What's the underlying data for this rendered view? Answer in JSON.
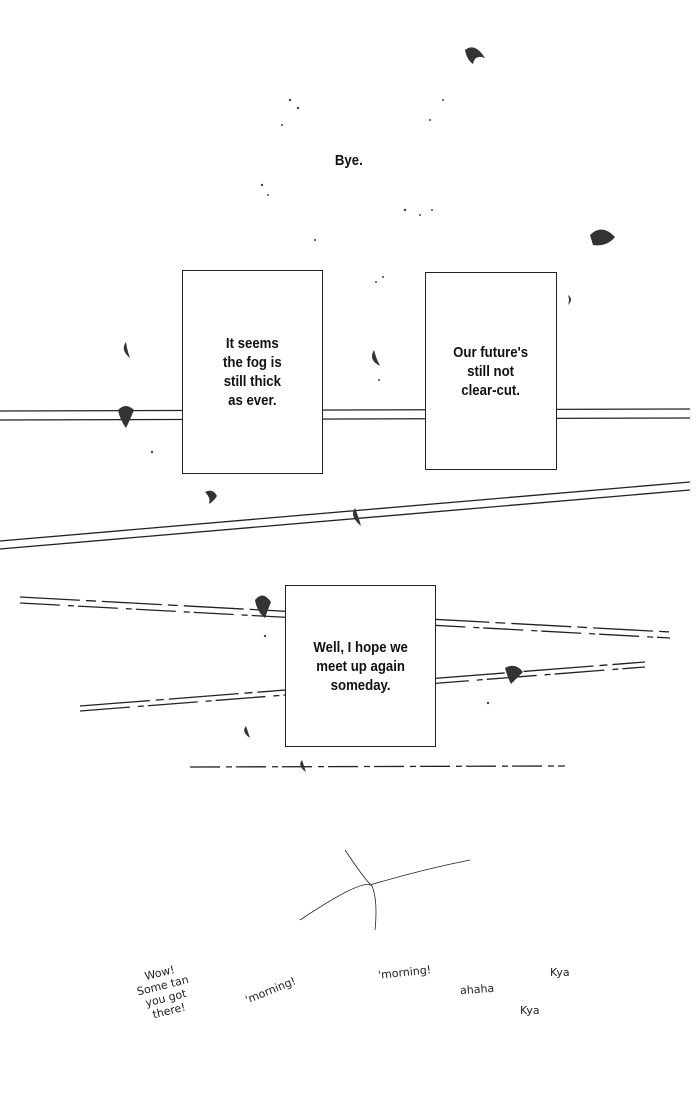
{
  "narration": {
    "bye": "Bye."
  },
  "bubbles": [
    {
      "text": "It seems\nthe fog is\nstill thick\nas ever."
    },
    {
      "text": "Our future's\nstill not\nclear-cut."
    },
    {
      "text": "Well, I hope we\nmeet up again\nsomeday."
    }
  ],
  "background_chatter": [
    {
      "text": "Wow!\nSome tan\nyou got\nthere!"
    },
    {
      "text": "'morning!"
    },
    {
      "text": "'morning!"
    },
    {
      "text": "ahaha"
    },
    {
      "text": "Kya"
    },
    {
      "text": "Kya"
    }
  ]
}
